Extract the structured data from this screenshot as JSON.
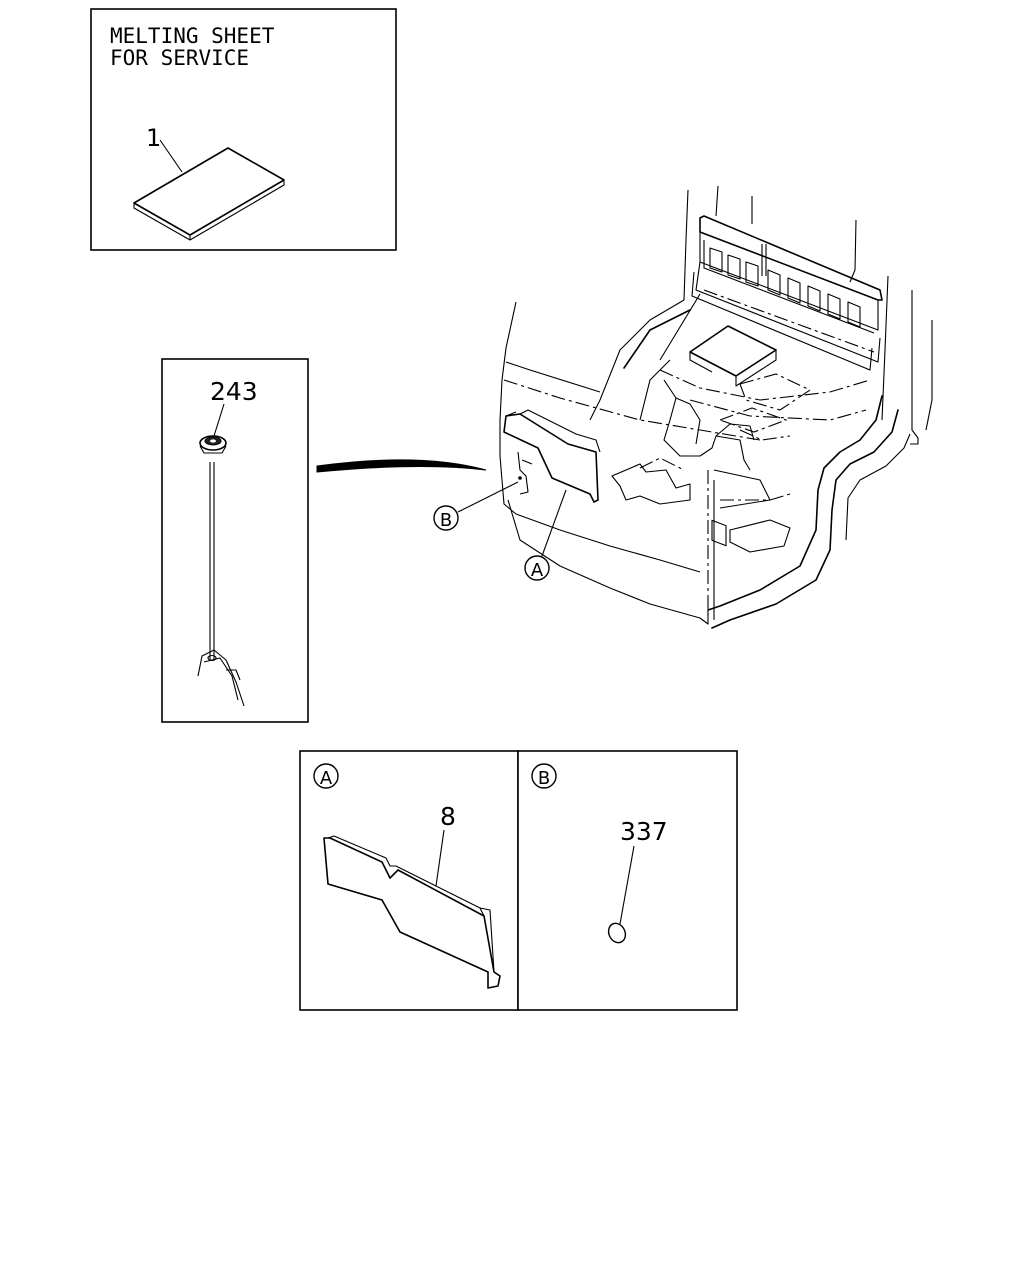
{
  "inset_sheet": {
    "title_line1": "MELTING SHEET",
    "title_line2": "FOR SERVICE",
    "callout": "1"
  },
  "inset_clip": {
    "callout": "243"
  },
  "main_view": {
    "label_a": "A",
    "label_b": "B"
  },
  "detail_a": {
    "marker": "A",
    "callout": "8"
  },
  "detail_b": {
    "marker": "B",
    "callout": "337"
  }
}
